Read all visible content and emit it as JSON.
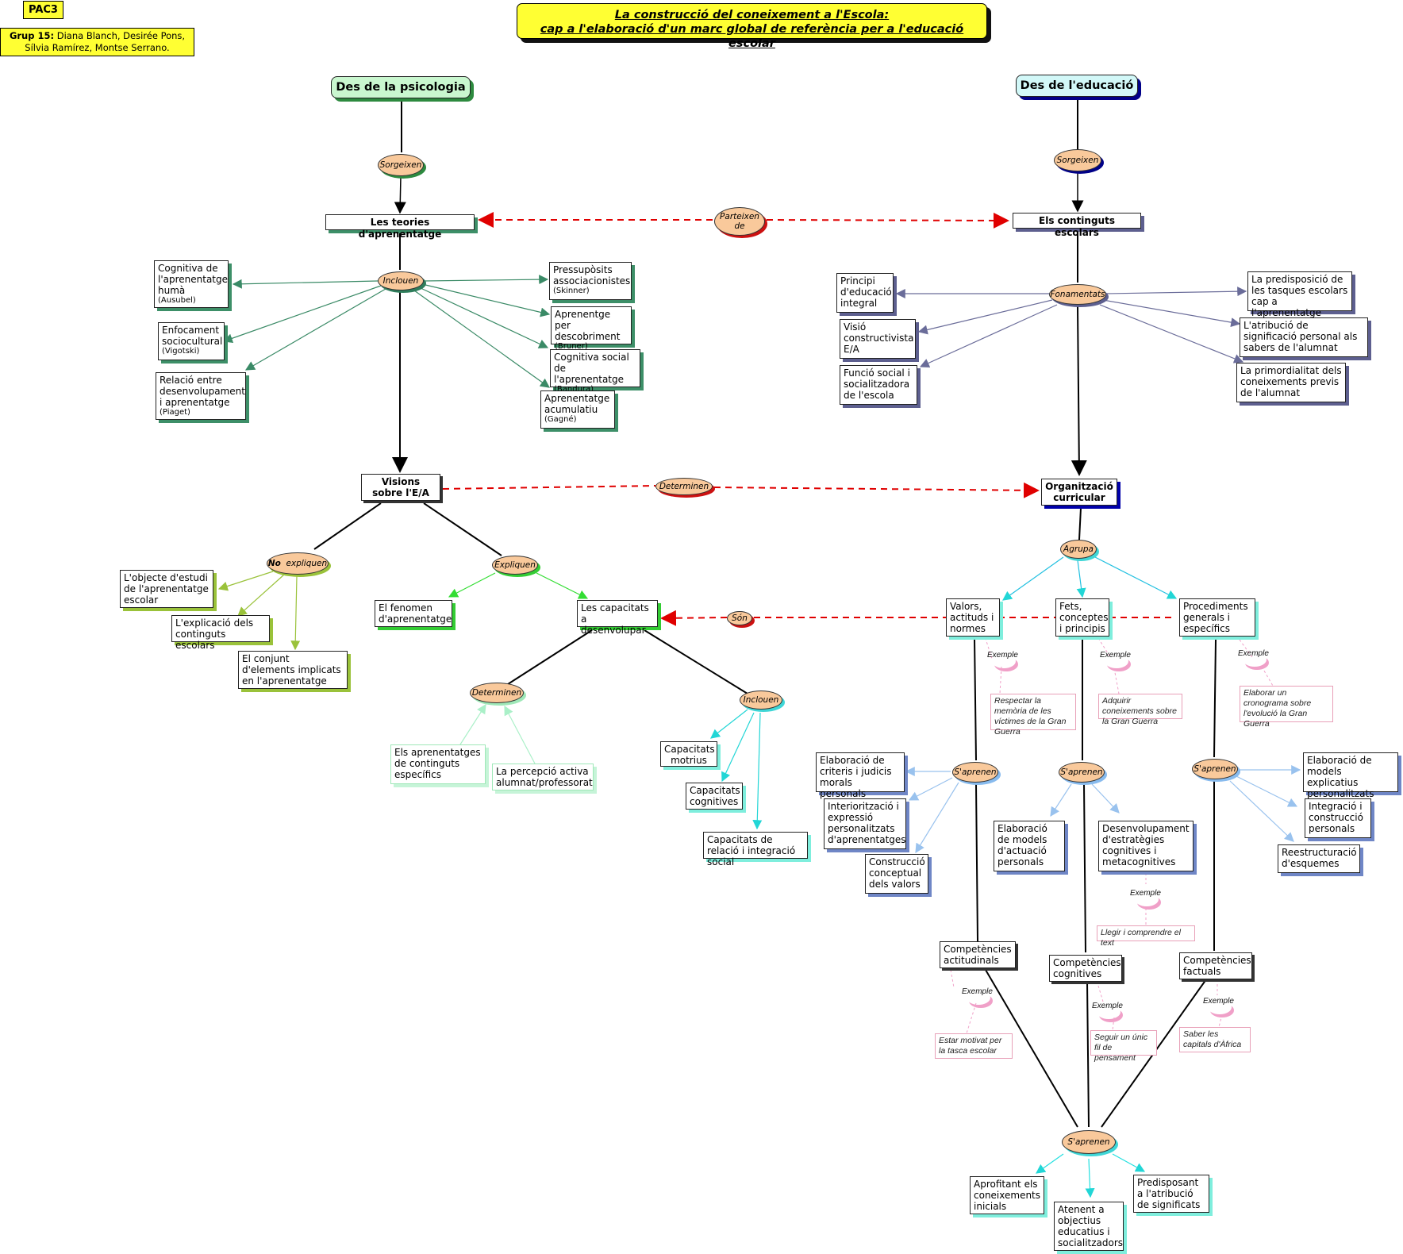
{
  "badge": "PAC3",
  "group": {
    "label": "Grup 15:",
    "members_line1": "Diana Blanch, Desirée Pons,",
    "members_line2": "Sílvia Ramírez, Montse Serrano."
  },
  "title": {
    "line1": "La construcció del coneixement a l'Escola:",
    "line2": "cap a l'elaboració d'un marc global de referència per a l'educació escolar"
  },
  "psy": {
    "root": "Des de la psicologia",
    "sorgeixen": "Sorgeixen",
    "teories": "Les teories d'aprenentatge",
    "inclouen": "Inclouen",
    "left_items": [
      {
        "text": "Cognitiva de l'aprenentatge humà",
        "author": "(Ausubel)"
      },
      {
        "text": "Enfocament sociocultural",
        "author": "(Vigotski)"
      },
      {
        "text": "Relació entre desenvolupament i aprenentatge",
        "author": "(Piaget)"
      }
    ],
    "right_items": [
      {
        "text": "Pressupòsits associacionistes",
        "author": "(Skinner)"
      },
      {
        "text": "Aprenentge per descobriment",
        "author": "(Bruner)"
      },
      {
        "text": "Cognitiva social de l'aprenentatge",
        "author": "(Bandura)"
      },
      {
        "text": "Aprenentatge acumulatiu",
        "author": "(Gagné)"
      }
    ],
    "visions": "Visions sobre l'E/A",
    "no_expliquen": {
      "bold": "No",
      "rest": "expliquen"
    },
    "no_items": [
      "L'objecte d'estudi de l'aprenentatge escolar",
      "L'explicació dels continguts escolars",
      "El conjunt d'elements implicats en l'aprenentatge"
    ],
    "expliquen": "Expliquen",
    "fenomen": "El fenomen d'aprenentatge",
    "capacitats": "Les capacitats a desenvolupar",
    "determinen": "Determinen",
    "det_items": [
      "Els aprenentatges de continguts específics",
      "La percepció activa alumnat/professorat"
    ],
    "inclouen2": "Inclouen",
    "cap_items": [
      "Capacitats motrius",
      "Capacitats cognitives",
      "Capacitats de relació i integració social"
    ]
  },
  "links": {
    "parteixen": "Parteixen de",
    "determinen": "Determinen",
    "son": "Són"
  },
  "edu": {
    "root": "Des de l'educació",
    "sorgeixen": "Sorgeixen",
    "continguts": "Els continguts escolars",
    "fonamentats": "Fonamentats",
    "left_items": [
      "Principi d'educació integral",
      "Visió constructivista E/A",
      "Funció social i socialitzadora de l'escola"
    ],
    "right_items": [
      "La predisposició de les tasques escolars cap a l'aprenentatge",
      "L'atribució de significació personal als sabers de l'alumnat",
      "La primordialitat dels coneixements previs de l'alumnat"
    ],
    "org": "Organització curricular",
    "agrupa": "Agrupa",
    "cols": [
      {
        "name": "Valors, actituds i normes",
        "example_label": "Exemple",
        "example": "Respectar la memòria de les víctimes de la Gran Guerra",
        "saprenen": "S'aprenen",
        "items": [
          "Elaboració de criteris i judicis morals personals",
          "Interiorització i expressió personalitzats d'aprenentatges",
          "Construcció conceptual dels valors"
        ],
        "comp": "Competències actitudinals",
        "comp_example": "Estar motivat per la tasca escolar"
      },
      {
        "name": "Fets, conceptes i principis",
        "example_label": "Exemple",
        "example": "Adquirir coneixements sobre la Gran Guerra",
        "saprenen": "S'aprenen",
        "items": [
          "Elaboració de models d'actuació personals",
          "Desenvolupament d'estratègies cognitives i metacognitives"
        ],
        "item_example": "Llegir i comprendre el text",
        "comp": "Competències cognitives",
        "comp_example": "Seguir un únic fil de pensament"
      },
      {
        "name": "Procediments generals i específics",
        "example_label": "Exemple",
        "example": "Elaborar un cronograma sobre l'evolució la Gran Guerra",
        "saprenen": "S'aprenen",
        "items": [
          "Elaboració de models explicatius personalitzats",
          "Integració i construcció personals",
          "Reestructuració d'esquemes"
        ],
        "comp": "Competències factuals",
        "comp_example": "Saber les capitals d'Àfrica"
      }
    ],
    "final_saprenen": "S'aprenen",
    "final_items": [
      "Aprofitant els coneixements inicials",
      "Atenent a objectius educatius i socialitzadors",
      "Predisposant a l'atribució de significats"
    ]
  }
}
